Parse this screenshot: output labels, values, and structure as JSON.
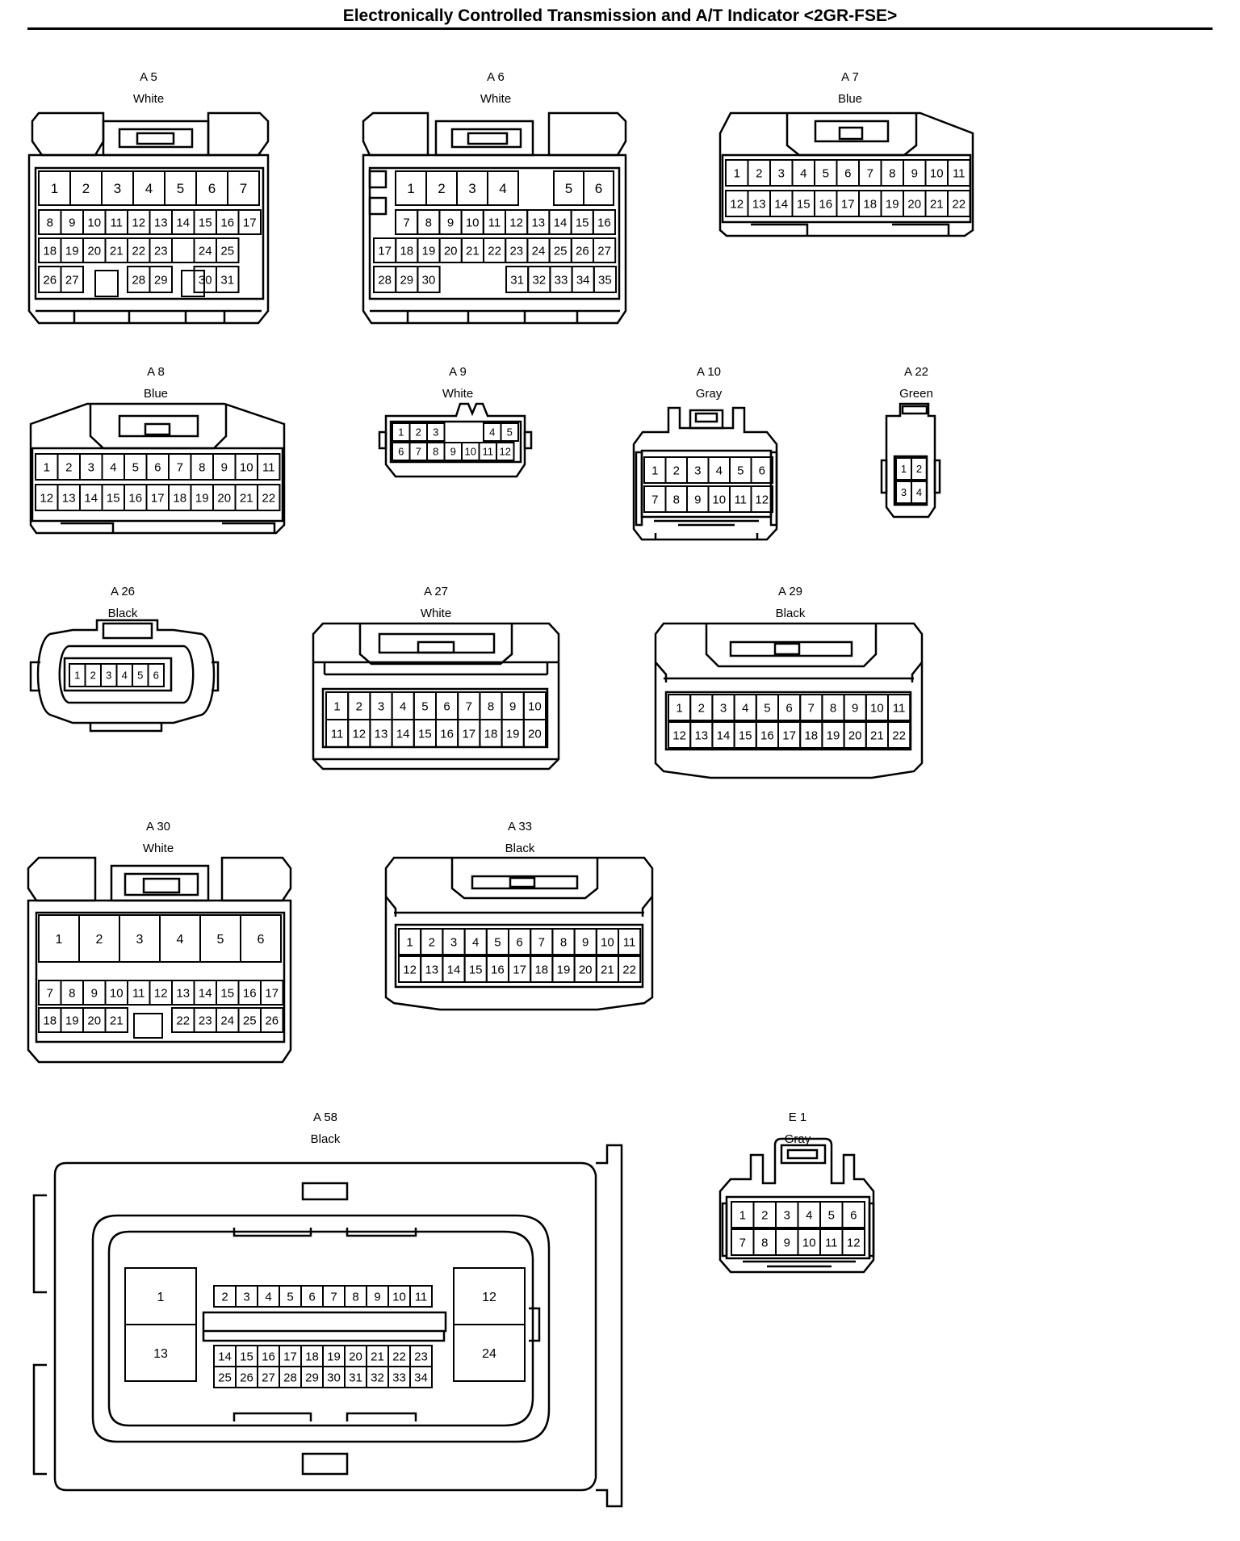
{
  "title": "Electronically Controlled Transmission and A/T Indicator <2GR-FSE>",
  "connectors": [
    {
      "id": "A 5",
      "color": "White"
    },
    {
      "id": "A 6",
      "color": "White"
    },
    {
      "id": "A 7",
      "color": "Blue"
    },
    {
      "id": "A 8",
      "color": "Blue"
    },
    {
      "id": "A 9",
      "color": "White"
    },
    {
      "id": "A 10",
      "color": "Gray"
    },
    {
      "id": "A 22",
      "color": "Green"
    },
    {
      "id": "A 26",
      "color": "Black"
    },
    {
      "id": "A 27",
      "color": "White"
    },
    {
      "id": "A 29",
      "color": "Black"
    },
    {
      "id": "A 30",
      "color": "White"
    },
    {
      "id": "A 33",
      "color": "Black"
    },
    {
      "id": "A 58",
      "color": "Black"
    },
    {
      "id": "E 1",
      "color": "Gray"
    }
  ]
}
